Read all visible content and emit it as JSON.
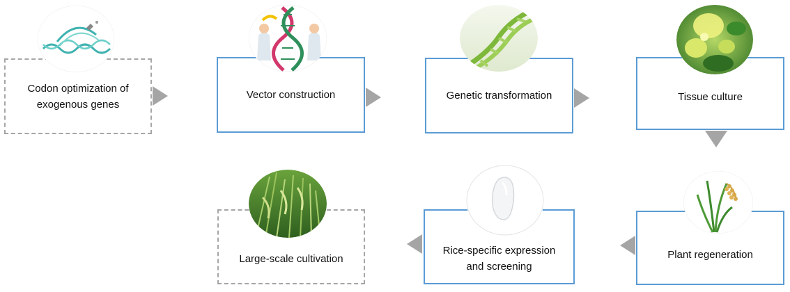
{
  "steps": [
    {
      "label_lines": [
        "Codon optimization of",
        "exogenous genes"
      ],
      "icon": "dna-double-helix-icon"
    },
    {
      "label_lines": [
        "Vector construction"
      ],
      "icon": "scientists-dna-icon"
    },
    {
      "label_lines": [
        "Genetic transformation"
      ],
      "icon": "green-dna-helix-icon"
    },
    {
      "label_lines": [
        "Tissue culture"
      ],
      "icon": "plant-tissue-icon"
    },
    {
      "label_lines": [
        "Plant regeneration"
      ],
      "icon": "rice-plant-icon"
    },
    {
      "label_lines": [
        "Rice-specific expression",
        "and screening"
      ],
      "icon": "rice-grain-icon"
    },
    {
      "label_lines": [
        "Large-scale cultivation"
      ],
      "icon": "rice-field-icon"
    }
  ],
  "colors": {
    "solid_border": "#5b9bd5",
    "dashed_border": "#a6a6a6",
    "arrow_fill": "#a5a5a5",
    "text": "#111111"
  }
}
